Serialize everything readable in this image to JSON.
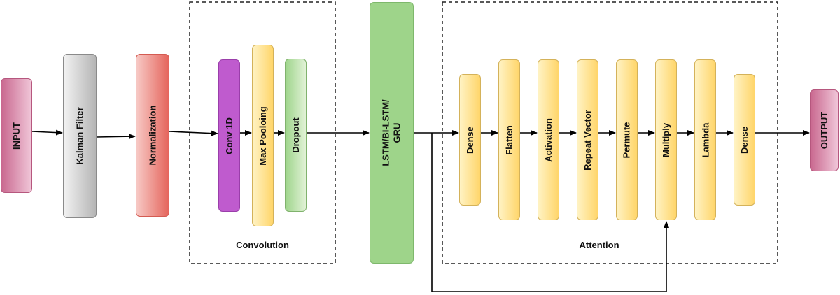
{
  "nodes": {
    "input": "INPUT",
    "kalman": "Kalman Filter",
    "normalization": "Normalization",
    "conv1d": "Conv 1D",
    "maxpool": "Max Pooloing",
    "dropout": "Dropout",
    "lstm_line1": "LSTM/BI-LSTM/",
    "lstm_line2": "GRU",
    "dense1": "Dense",
    "flatten": "Flatten",
    "activation": "Activation",
    "repeat": "Repeat Vector",
    "permute": "Permute",
    "multiply": "Multiply",
    "lambda": "Lambda",
    "dense2": "Dense",
    "output": "OUTPUT"
  },
  "groups": {
    "convolution": "Convolution",
    "attention": "Attention"
  },
  "colors": {
    "input": "#d88bb0",
    "kalman": "#cfcfcf",
    "normalization": "#ee8a83",
    "conv1d": "#bf5bce",
    "attention_block": "#ffe38f",
    "dropout": "#b9e0a8",
    "lstm": "#9ed48a",
    "output": "#d88bb0"
  }
}
